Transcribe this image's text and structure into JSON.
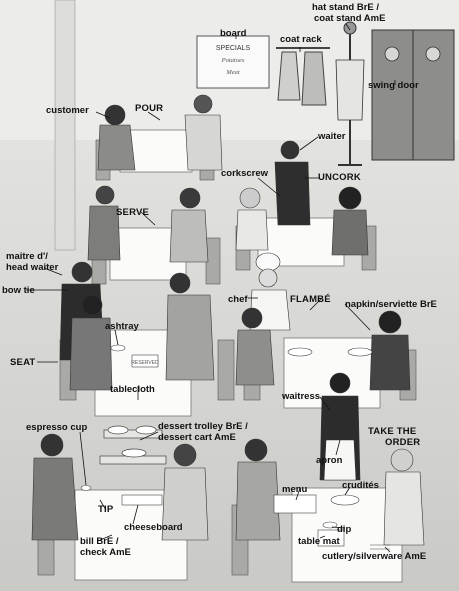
{
  "labels": {
    "board": "board",
    "hat_stand_1": "hat stand BrE /",
    "hat_stand_2": "coat stand AmE",
    "coat_rack": "coat rack",
    "swing_door": "swing door",
    "customer": "customer",
    "pour": "POUR",
    "waiter": "waiter",
    "corkscrew": "corkscrew",
    "uncork": "UNCORK",
    "serve": "SERVE",
    "maitre_1": "maitre d'/",
    "maitre_2": "head waiter",
    "bow_tie": "bow tie",
    "chef": "chef",
    "flambe": "FLAMBÉ",
    "napkin": "napkin/serviette BrE",
    "ashtray": "ashtray",
    "seat": "SEAT",
    "tablecloth": "tablecloth",
    "waitress": "waitress",
    "espresso_cup": "espresso cup",
    "dessert_1": "dessert trolley BrE /",
    "dessert_2": "dessert cart AmE",
    "take_the_order_1": "TAKE THE",
    "take_the_order_2": "ORDER",
    "apron": "apron",
    "menu": "menu",
    "crudites": "crudités",
    "tip": "TIP",
    "cheeseboard": "cheeseboard",
    "dip": "dip",
    "table_mat": "table mat",
    "bill_1": "bill BrE /",
    "bill_2": "check AmE",
    "cutlery": "cutlery/silverware AmE"
  },
  "board_text": [
    "SPECIALS",
    "Potatoes",
    "Meat"
  ],
  "board_stamp": "RESERVED"
}
